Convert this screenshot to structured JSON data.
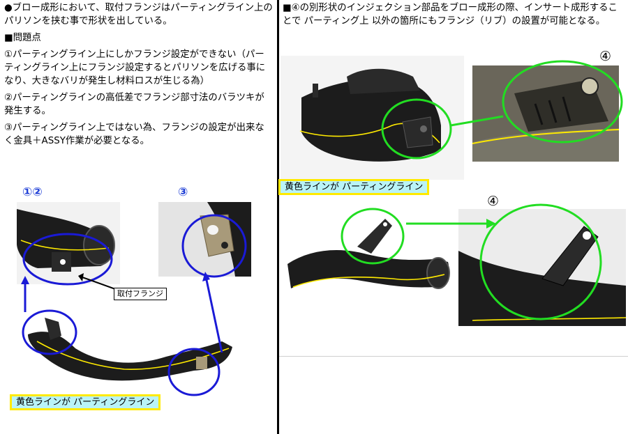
{
  "left": {
    "intro": "●ブロー成形において、取付フランジはパーティングライン上のパリソンを挟む事で形状を出している。",
    "problem_heading": "■問題点",
    "problems": [
      "①パーティングライン上にしかフランジ設定ができない（パーティングライン上にフランジ設定するとパリソンを広げる事になり、大きなバリが発生し材料ロスが生じる為）",
      "②パーティングラインの高低差でフランジ部寸法のバラツキが発生する。",
      "③パーティングライン上ではない為、フランジの設定が出来なく金具＋ASSY作業が必要となる。"
    ],
    "label_12": "①②",
    "label_3": "③",
    "flange_callout": "取付フランジ",
    "yellow_label": "黄色ラインが パーティングライン"
  },
  "right": {
    "intro": "■④の別形状のインジェクション部品をブロー成形の際、インサート成形することで パーティング上 以外の箇所にもフランジ（リブ）の設置が可能となる。",
    "label_4_top": "④",
    "label_4_bottom": "④",
    "yellow_label": "黄色ラインが パーティングライン"
  },
  "colors": {
    "blue_circle": "#1a1ad6",
    "green_circle": "#22dd22",
    "yellow_line": "#ffea00",
    "label_bg": "#b9f3f7",
    "part_black": "#1c1c1c"
  }
}
